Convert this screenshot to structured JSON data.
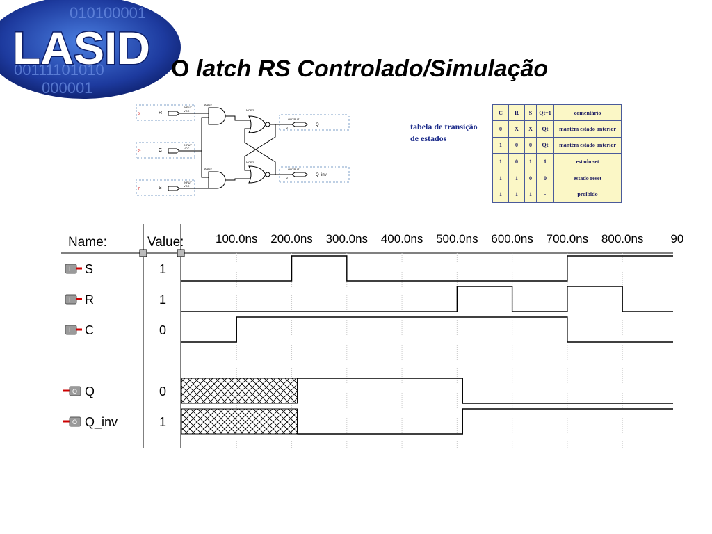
{
  "logo": {
    "text": "LASID",
    "bg_bits": [
      "010100001",
      "00111101010",
      "000001"
    ]
  },
  "title": {
    "prefix": "O ",
    "main": "latch RS Controlado/Simulação"
  },
  "circuit": {
    "inputs": [
      {
        "name": "R",
        "pin": "5",
        "tag": "INPUT",
        "vcc": "VCC"
      },
      {
        "name": "C",
        "pin": "2r",
        "tag": "INPUT",
        "vcc": "VCC"
      },
      {
        "name": "S",
        "pin": "7",
        "tag": "INPUT",
        "vcc": "VCC"
      }
    ],
    "gates": [
      {
        "label": "AND2",
        "type": "and"
      },
      {
        "label": "AND2",
        "type": "and"
      },
      {
        "label": "NOR2",
        "type": "nor"
      },
      {
        "label": "NOR2",
        "type": "nor"
      }
    ],
    "outputs": [
      {
        "name": "Q",
        "tag": "OUTPUT",
        "pin": "2"
      },
      {
        "name": "Q_inv",
        "tag": "OUTPUT",
        "pin": "2"
      }
    ]
  },
  "transition_table": {
    "label": "tabela de transição de estados",
    "headers": [
      "C",
      "R",
      "S",
      "Qt+1",
      "comentário"
    ],
    "rows": [
      [
        "0",
        "X",
        "X",
        "Qt",
        "mantém estado anterior"
      ],
      [
        "1",
        "0",
        "0",
        "Qt",
        "mantém estado anterior"
      ],
      [
        "1",
        "0",
        "1",
        "1",
        "estado set"
      ],
      [
        "1",
        "1",
        "0",
        "0",
        "estado reset"
      ],
      [
        "1",
        "1",
        "1",
        "-",
        "proibido"
      ]
    ]
  },
  "waveform": {
    "name_header": "Name:",
    "value_header": "Value:",
    "time_labels": [
      "100.0ns",
      "200.0ns",
      "300.0ns",
      "400.0ns",
      "500.0ns",
      "600.0ns",
      "700.0ns",
      "800.0ns",
      "90"
    ],
    "time_range_ns": [
      0,
      900
    ],
    "signals": [
      {
        "name": "S",
        "value": "1",
        "kind": "input",
        "icon": "I",
        "levels": [
          [
            0,
            0
          ],
          [
            200,
            1
          ],
          [
            300,
            0
          ],
          [
            700,
            1
          ]
        ]
      },
      {
        "name": "R",
        "value": "1",
        "kind": "input",
        "icon": "I",
        "levels": [
          [
            0,
            0
          ],
          [
            500,
            1
          ],
          [
            600,
            0
          ],
          [
            700,
            1
          ],
          [
            800,
            0
          ]
        ]
      },
      {
        "name": "C",
        "value": "0",
        "kind": "input",
        "icon": "I",
        "levels": [
          [
            0,
            0
          ],
          [
            100,
            1
          ],
          [
            700,
            0
          ]
        ]
      },
      {
        "name": "Q",
        "value": "0",
        "kind": "output",
        "icon": "O",
        "unknown_until": 210,
        "levels": [
          [
            210,
            1
          ],
          [
            510,
            0
          ]
        ]
      },
      {
        "name": "Q_inv",
        "value": "1",
        "kind": "output",
        "icon": "O",
        "unknown_until": 210,
        "levels": [
          [
            210,
            0
          ],
          [
            510,
            1
          ]
        ]
      }
    ]
  },
  "colors": {
    "logo_blue": "#1d3a9e",
    "label_blue": "#1a2a8a",
    "table_bg": "#fbf7c6",
    "pin_red": "#cc0000"
  }
}
